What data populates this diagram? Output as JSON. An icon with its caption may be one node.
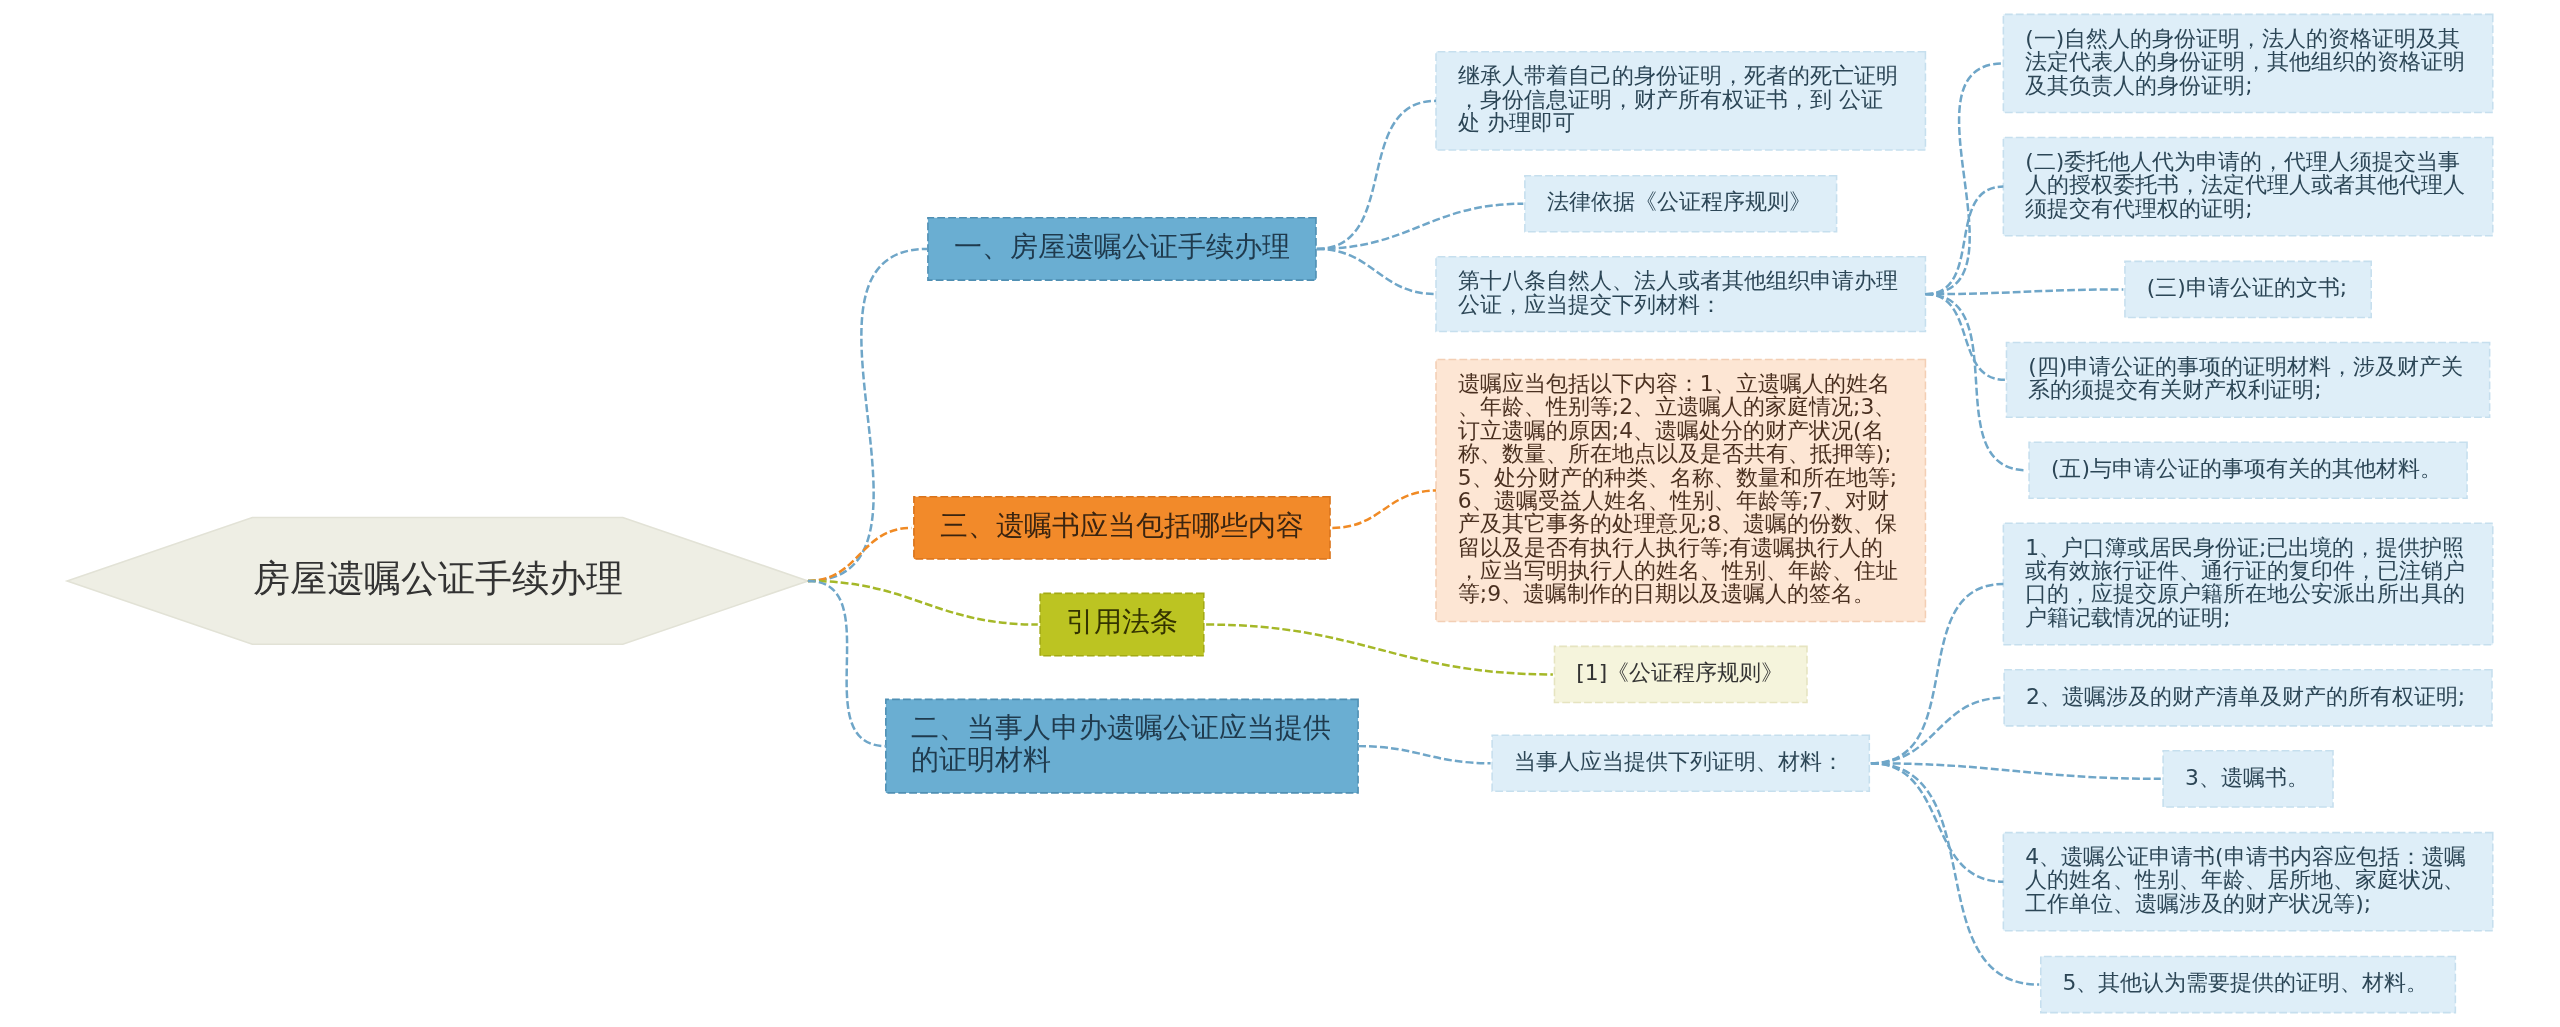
{
  "diagram": {
    "nodes": [
      {
        "text": [
          "房屋遗嘱公证手续办理"
        ]
      },
      {
        "text": [
          "一、房屋遗嘱公证手续办理"
        ]
      },
      {
        "text": [
          "继承人带着自己的身份证明，死者的死亡证明，身份信息证明，财产所有权证书，到 公证处 办理即可"
        ]
      },
      {
        "text": [
          "法律依据《公证程序规则》"
        ]
      },
      {
        "text": [
          "第十八条自然人、法人或者其他组织申请办理公证，应当提交下列材料："
        ]
      },
      {
        "text": [
          "(一)自然人的身份证明，法人的资格证明及其法定代表人的身份证明，其他组织的资格证明及其负责人的身份证明;"
        ]
      },
      {
        "text": [
          "(二)委托他人代为申请的，代理人须提交当事人的授权委托书，法定代理人或者其他代理人须提交有代理权的证明;"
        ]
      },
      {
        "text": [
          "(三)申请公证的文书;"
        ]
      },
      {
        "text": [
          "(四)申请公证的事项的证明材料，涉及财产关系的须提交有关财产权利证明;"
        ]
      },
      {
        "text": [
          "(五)与申请公证的事项有关的其他材料。"
        ]
      },
      {
        "text": [
          "三、遗嘱书应当包括哪些内容"
        ]
      },
      {
        "text": [
          "遗嘱应当包括以下内容：1、立遗嘱人的姓名、年龄、性别等;2、立遗嘱人的家庭情况;3、订立遗嘱的原因;4、遗嘱处分的财产状况(名称、数量、所在地点以及是否共有、抵押等);5、处分财产的种类、名称、数量和所在地等;6、遗嘱受益人姓名、性别、年龄等;7、对财产及其它事务的处理意见;8、遗嘱的份数、保留以及是否有执行人执行等;有遗嘱执行人的，应当写明执行人的姓名、性别、年龄、住址等;9、遗嘱制作的日期以及遗嘱人的签名。"
        ]
      },
      {
        "text": [
          "引用法条"
        ]
      },
      {
        "text": [
          "[1]《公证程序规则》"
        ]
      },
      {
        "text": [
          "二、当事人申办遗嘱公证应当提供的证明材料"
        ]
      },
      {
        "text": [
          "当事人应当提供下列证明、材料："
        ]
      },
      {
        "text": [
          "1、户口簿或居民身份证;已出境的，提供护照或有效旅行证件、通行证的复印件，已注销户口的，应提交原户籍所在地公安派出所出具的户籍记载情况的证明;"
        ]
      },
      {
        "text": [
          "2、遗嘱涉及的财产清单及财产的所有权证明;"
        ]
      },
      {
        "text": [
          "3、遗嘱书。"
        ]
      },
      {
        "text": [
          "4、遗嘱公证申请书(申请书内容应包括：遗嘱人的姓名、性别、年龄、居所地、家庭状况、工作单位、遗嘱涉及的财产状况等);"
        ]
      },
      {
        "text": [
          "5、其他认为需要提供的证明、材料。"
        ]
      }
    ],
    "edges": [
      {
        "from": 0,
        "to": 1,
        "arrow": "none",
        "style": "dashed"
      },
      {
        "from": 1,
        "to": 2,
        "arrow": "none",
        "style": "dashed"
      },
      {
        "from": 1,
        "to": 3,
        "arrow": "none",
        "style": "dashed"
      },
      {
        "from": 1,
        "to": 4,
        "arrow": "none",
        "style": "dashed"
      },
      {
        "from": 4,
        "to": 5,
        "arrow": "none",
        "style": "dashed"
      },
      {
        "from": 4,
        "to": 6,
        "arrow": "none",
        "style": "dashed"
      },
      {
        "from": 4,
        "to": 7,
        "arrow": "none",
        "style": "dashed"
      },
      {
        "from": 4,
        "to": 8,
        "arrow": "none",
        "style": "dashed"
      },
      {
        "from": 4,
        "to": 9,
        "arrow": "none",
        "style": "dashed"
      },
      {
        "from": 0,
        "to": 10,
        "arrow": "none",
        "style": "dashed",
        "color": "#f08a24"
      },
      {
        "from": 10,
        "to": 11,
        "arrow": "none",
        "style": "dashed",
        "color": "#f08a24"
      },
      {
        "from": 0,
        "to": 12,
        "arrow": "none",
        "style": "dashed",
        "color": "#a5b828"
      },
      {
        "from": 12,
        "to": 13,
        "arrow": "none",
        "style": "dashed",
        "color": "#a5b828"
      },
      {
        "from": 0,
        "to": 14,
        "arrow": "none",
        "style": "dashed"
      },
      {
        "from": 14,
        "to": 15,
        "arrow": "none",
        "style": "dashed"
      },
      {
        "from": 15,
        "to": 16,
        "arrow": "none",
        "style": "dashed"
      },
      {
        "from": 15,
        "to": 17,
        "arrow": "none",
        "style": "dashed"
      },
      {
        "from": 15,
        "to": 18,
        "arrow": "none",
        "style": "dashed"
      },
      {
        "from": 15,
        "to": 19,
        "arrow": "none",
        "style": "dashed"
      },
      {
        "from": 15,
        "to": 20,
        "arrow": "none",
        "style": "dashed"
      }
    ]
  }
}
